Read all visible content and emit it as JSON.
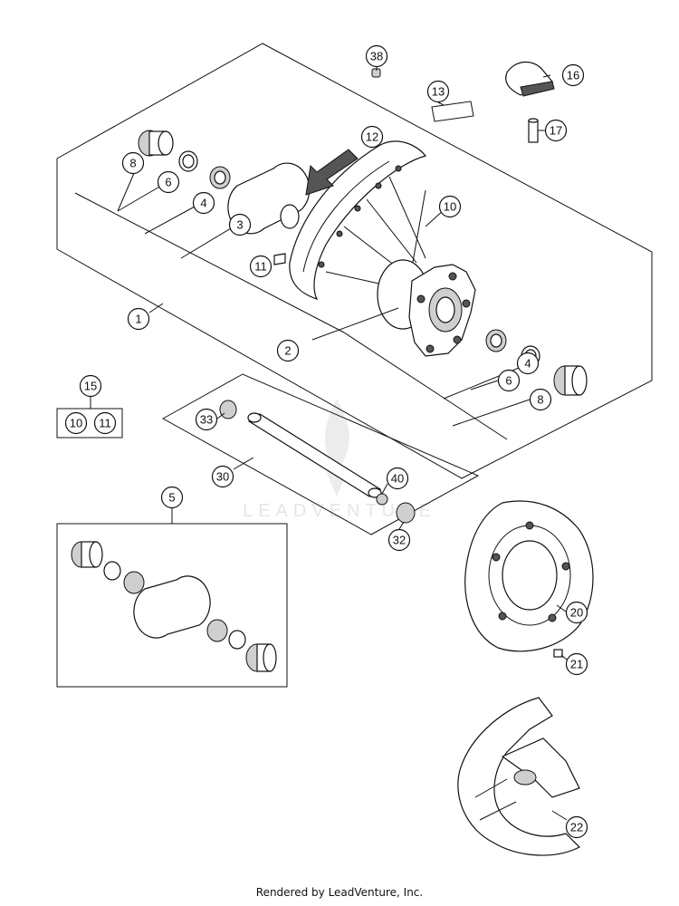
{
  "watermark": {
    "brand": "LEADVENTURE"
  },
  "footer": {
    "text": "Rendered by LeadVenture, Inc."
  },
  "callouts": [
    {
      "id": "c38",
      "label": "38"
    },
    {
      "id": "c16",
      "label": "16"
    },
    {
      "id": "c13",
      "label": "13"
    },
    {
      "id": "c17",
      "label": "17"
    },
    {
      "id": "c12",
      "label": "12"
    },
    {
      "id": "c8a",
      "label": "8"
    },
    {
      "id": "c6a",
      "label": "6"
    },
    {
      "id": "c4a",
      "label": "4"
    },
    {
      "id": "c3",
      "label": "3"
    },
    {
      "id": "c10",
      "label": "10"
    },
    {
      "id": "c11",
      "label": "11"
    },
    {
      "id": "c1",
      "label": "1"
    },
    {
      "id": "c2",
      "label": "2"
    },
    {
      "id": "c4b",
      "label": "4"
    },
    {
      "id": "c6b",
      "label": "6"
    },
    {
      "id": "c8b",
      "label": "8"
    },
    {
      "id": "c15",
      "label": "15"
    },
    {
      "id": "c15a",
      "label": "10"
    },
    {
      "id": "c15b",
      "label": "11"
    },
    {
      "id": "c33",
      "label": "33"
    },
    {
      "id": "c30",
      "label": "30"
    },
    {
      "id": "c40",
      "label": "40"
    },
    {
      "id": "c32",
      "label": "32"
    },
    {
      "id": "c5",
      "label": "5"
    },
    {
      "id": "c20",
      "label": "20"
    },
    {
      "id": "c21",
      "label": "21"
    },
    {
      "id": "c22",
      "label": "22"
    }
  ]
}
